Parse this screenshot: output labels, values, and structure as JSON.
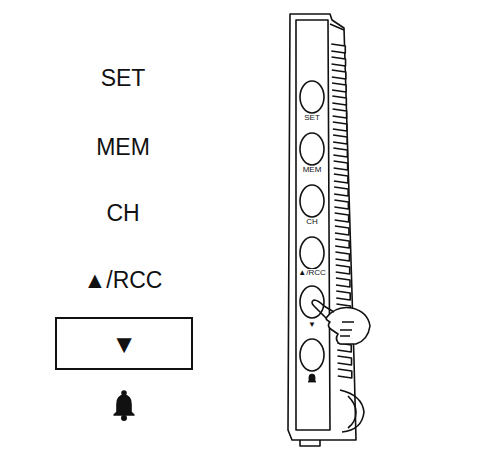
{
  "diagram": {
    "nodes": [
      {
        "text": [
          "▼"
        ]
      }
    ],
    "labels": [
      "SET",
      "MEM",
      "CH",
      "▲/RCC",
      "SET",
      "MEM",
      "CH",
      "▲/RCC",
      "▼"
    ]
  }
}
